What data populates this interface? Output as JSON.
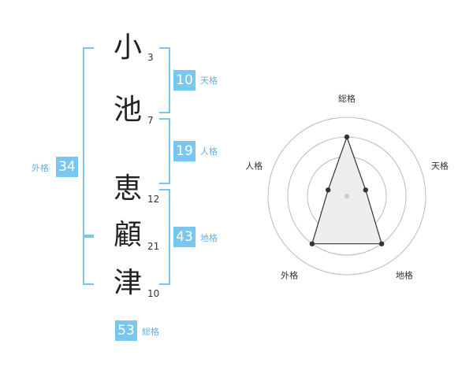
{
  "name_chars": [
    {
      "char": "小",
      "strokes": "3"
    },
    {
      "char": "池",
      "strokes": "7"
    },
    {
      "char": "恵",
      "strokes": "12"
    },
    {
      "char": "顧",
      "strokes": "21"
    },
    {
      "char": "津",
      "strokes": "10"
    }
  ],
  "fortune": {
    "tenkaku": {
      "value": "10",
      "label": "天格"
    },
    "jinkaku": {
      "value": "19",
      "label": "人格"
    },
    "chikaku": {
      "value": "43",
      "label": "地格"
    },
    "gaikaku": {
      "value": "34",
      "label": "外格"
    },
    "soukaku": {
      "value": "53",
      "label": "総格"
    }
  },
  "chart_data": {
    "type": "radar",
    "axes": [
      "総格",
      "天格",
      "地格",
      "外格",
      "人格"
    ],
    "values": [
      3,
      1,
      3,
      3,
      1
    ],
    "rmax": 4,
    "rings": 4,
    "colors": {
      "ring": "#bbbbbb",
      "fill": "#eeeeee",
      "line": "#333333",
      "point": "#333333",
      "center": "#cccccc"
    }
  }
}
